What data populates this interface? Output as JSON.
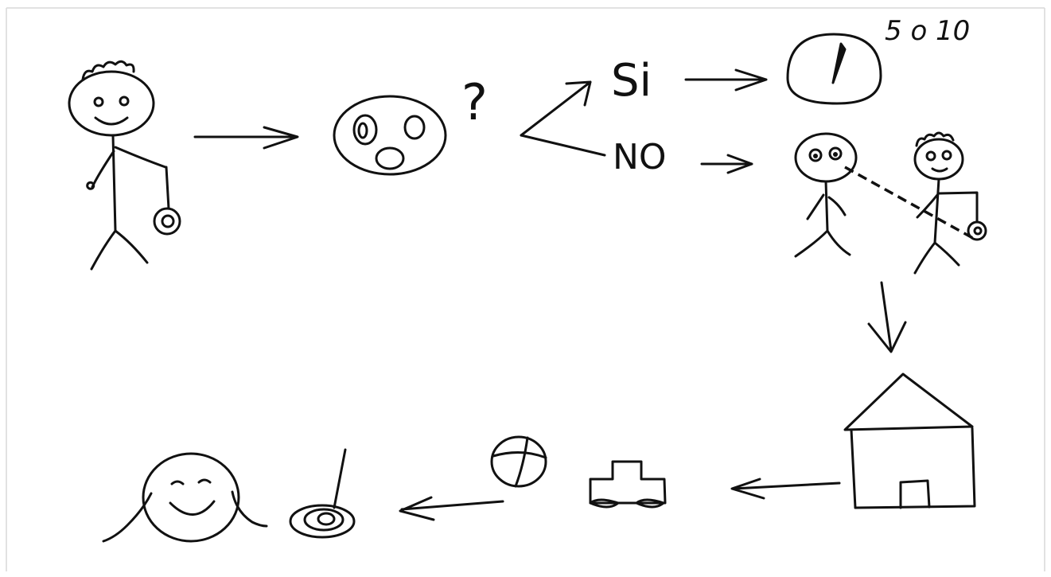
{
  "labels": {
    "question": "?",
    "yes": "Si",
    "no": "NO",
    "duration": "5 o 10"
  },
  "colors": {
    "ink": "#111111",
    "paper": "#ffffff"
  }
}
